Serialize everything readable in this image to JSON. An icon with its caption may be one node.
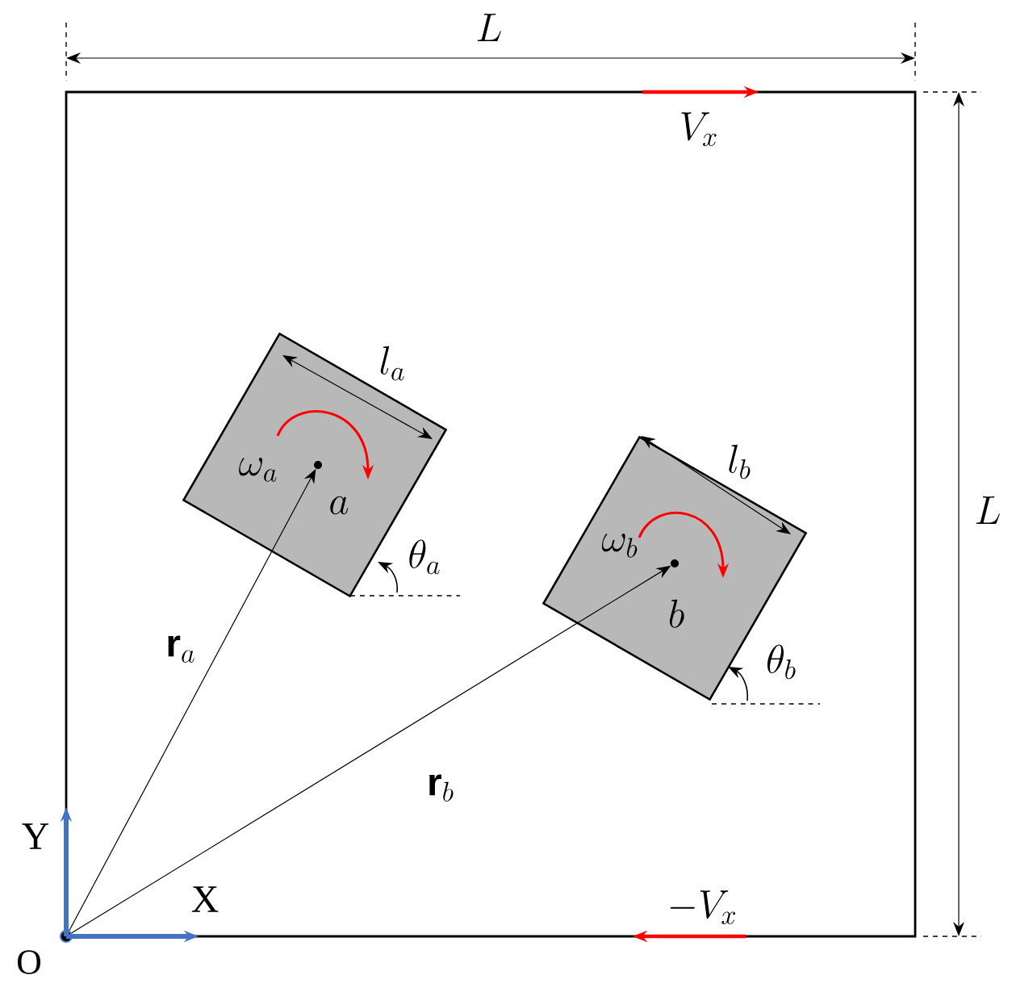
{
  "diagram": {
    "nodes": [
      {
        "text": [],
        "shape": "box"
      },
      {
        "text": [],
        "shape": "circle",
        "beside": [
          "O"
        ]
      },
      {
        "text": [
          "\\omega_a"
        ],
        "in": 0
      },
      {
        "text": [
          "a"
        ],
        "in": 2
      },
      {
        "text": [
          "\\omega_b"
        ],
        "in": 0
      },
      {
        "text": [
          "b"
        ],
        "in": 4
      }
    ],
    "edges": [
      {
        "from": 1,
        "to": 3,
        "arrow": "to",
        "label": "\\mathbf{r}_a"
      },
      {
        "from": 1,
        "to": 5,
        "arrow": "to",
        "label": "\\mathbf{r}_b"
      }
    ],
    "labels": [
      "L",
      "V_x",
      "l_a",
      "\\theta_a",
      "l_b",
      "\\theta_b",
      "L",
      "-V_x",
      "Y",
      "X"
    ]
  }
}
